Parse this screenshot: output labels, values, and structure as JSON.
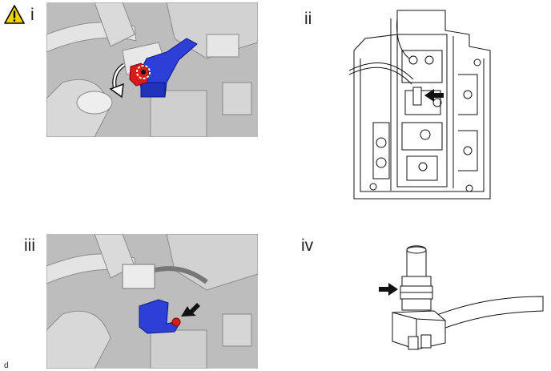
{
  "panels": [
    {
      "label": "i"
    },
    {
      "label": "ii"
    },
    {
      "label": "iii"
    },
    {
      "label": "iv"
    }
  ],
  "footer_code": "d",
  "colors": {
    "part_blue": "#2d3fd6",
    "part_red": "#d81c1c",
    "warning_yellow": "#f2d100",
    "engine_gray": "#c9c9c9",
    "line_black": "#111111"
  },
  "icons": [
    "warning-triangle-icon",
    "rotation-arrow-icon",
    "pointer-arrow-icon"
  ]
}
